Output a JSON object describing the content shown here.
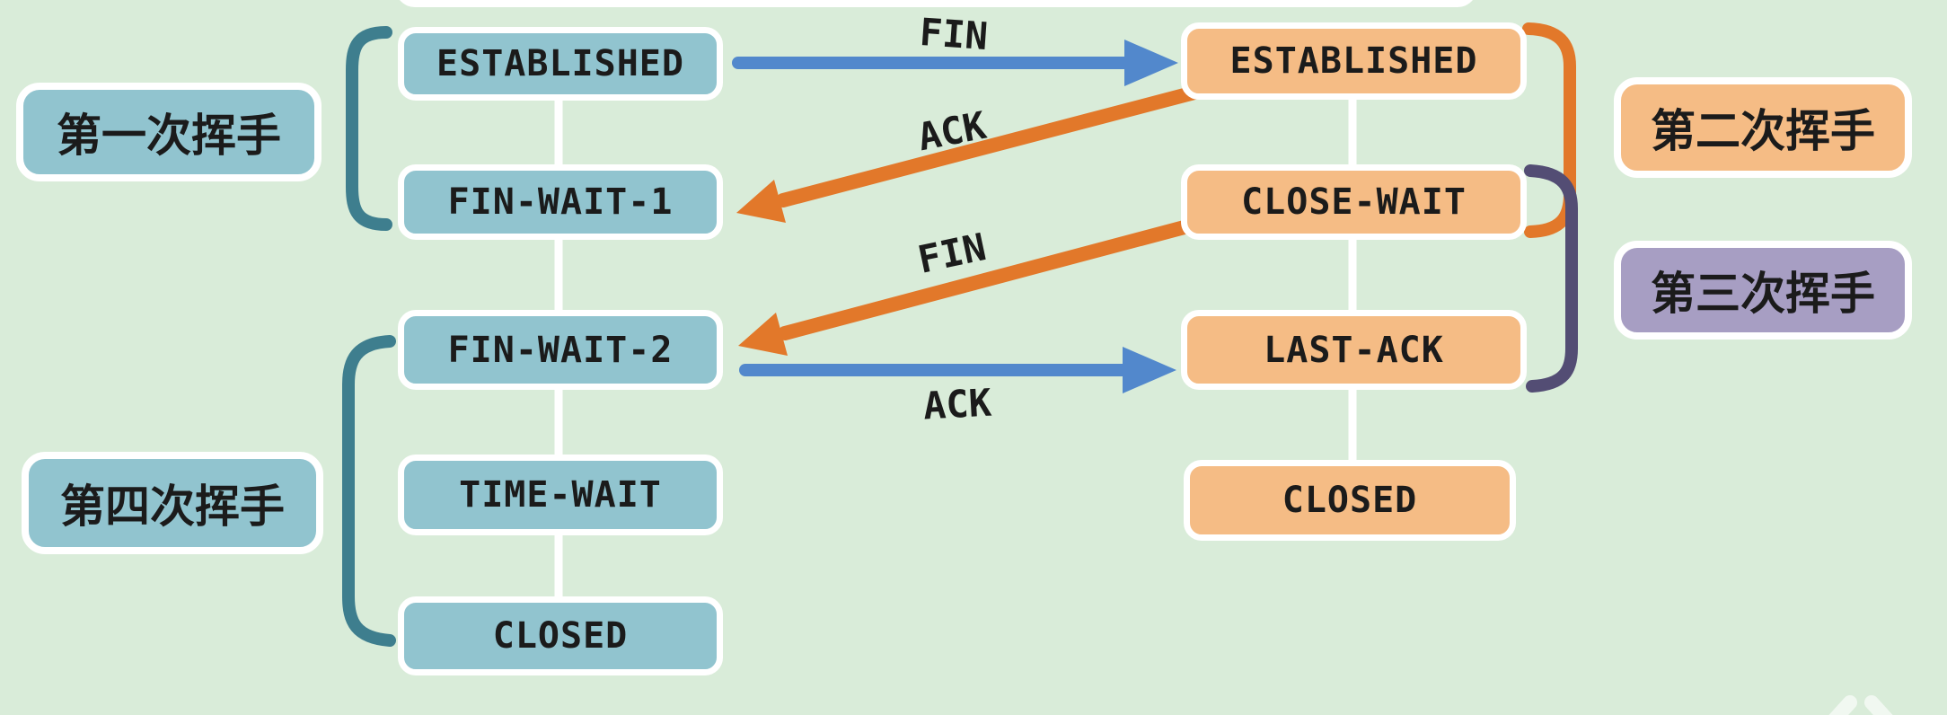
{
  "diagram": {
    "title_hint": "TCP four-way handshake close states",
    "client_states": [
      "ESTABLISHED",
      "FIN-WAIT-1",
      "FIN-WAIT-2",
      "TIME-WAIT",
      "CLOSED"
    ],
    "server_states": [
      "ESTABLISHED",
      "CLOSE-WAIT",
      "LAST-ACK",
      "CLOSED"
    ],
    "handshake_labels": {
      "first": "第一次挥手",
      "second": "第二次挥手",
      "third": "第三次挥手",
      "fourth": "第四次挥手"
    },
    "arrows": {
      "fin1": "FIN",
      "ack1": "ACK",
      "fin2": "FIN",
      "ack2": "ACK"
    },
    "colors": {
      "background": "#d9ecd9",
      "client_box": "#91c4cf",
      "server_box": "#f5bc85",
      "third_label_box": "#a79ec3",
      "teal_bracket": "#3e7e8e",
      "orange": "#e2782a",
      "blue_arrow": "#5288cc",
      "purple_bracket": "#534d74",
      "text_color": "#1b1b1b"
    }
  }
}
